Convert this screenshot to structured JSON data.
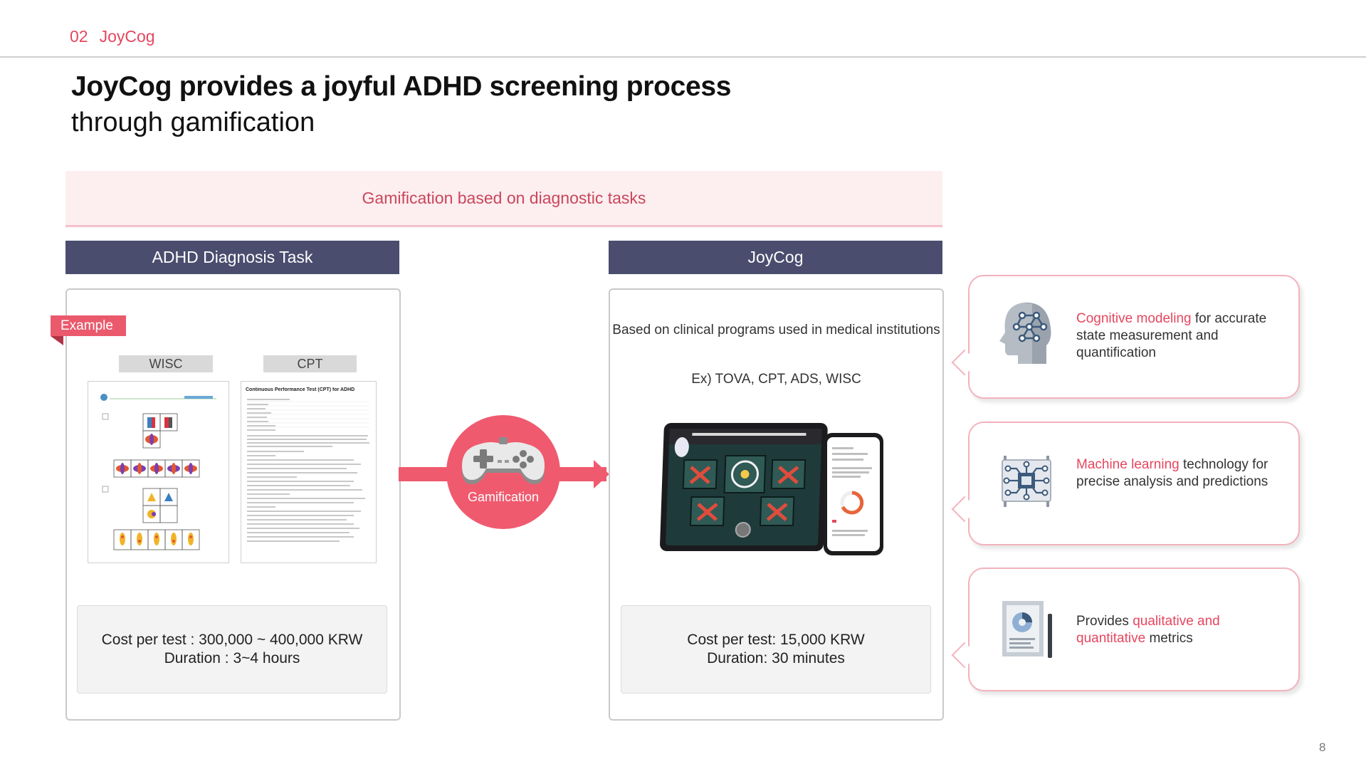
{
  "header": {
    "section_number": "02",
    "section_name": "JoyCog"
  },
  "title": {
    "line1": "JoyCog provides a joyful ADHD screening process",
    "line2": "through gamification"
  },
  "banner": "Gamification based on diagnostic tasks",
  "left": {
    "heading": "ADHD Diagnosis Task",
    "tag": "Example",
    "labels": [
      "WISC",
      "CPT"
    ],
    "cpt_doc_title": "Continuous Performance Test (CPT) for ADHD",
    "cost_line1": "Cost per test : 300,000 ~ 400,000 KRW",
    "cost_line2": "Duration : 3~4 hours"
  },
  "center": {
    "label": "Gamification"
  },
  "right": {
    "heading": "JoyCog",
    "description": "Based on clinical programs used in medical institutions",
    "examples": "Ex) TOVA, CPT, ADS, WISC",
    "cost_line1": "Cost per test: 15,000 KRW",
    "cost_line2": "Duration: 30 minutes"
  },
  "features": [
    {
      "icon": "head-network-icon",
      "highlight": "Cognitive modeling",
      "rest": " for accurate state measurement and quantification"
    },
    {
      "icon": "chip-circuit-icon",
      "highlight": "Machine learning",
      "rest": " technology for precise analysis and predictions"
    },
    {
      "icon": "report-chart-icon",
      "prefix": "Provides ",
      "highlight": "qualitative and quantitative",
      "rest": " metrics"
    }
  ],
  "page_number": "8",
  "colors": {
    "accent": "#e6465f",
    "header_bar": "#4a4d6e",
    "arrow": "#f05a6e"
  }
}
